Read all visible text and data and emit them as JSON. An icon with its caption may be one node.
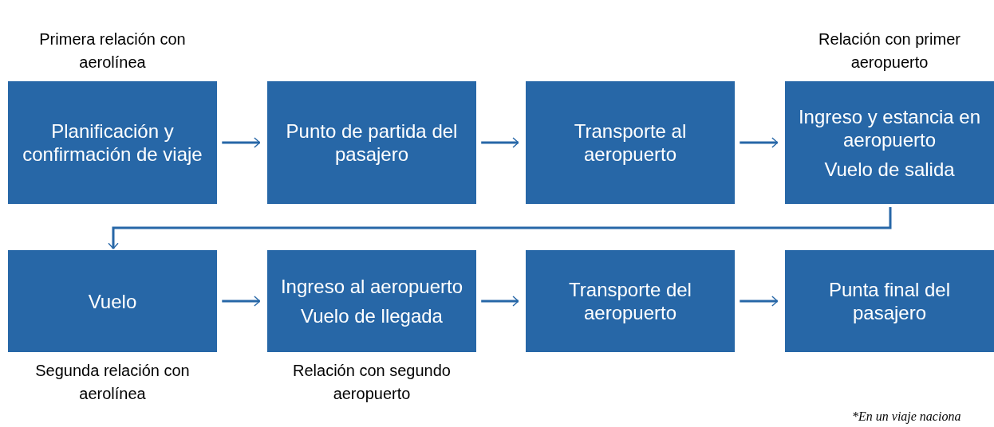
{
  "diagram": {
    "nodes": [
      {
        "text": [
          "Planificación y confirmación de viaje"
        ],
        "beside": [
          "Primera relación con aerolínea"
        ]
      },
      {
        "text": [
          "Punto de partida del pasajero"
        ]
      },
      {
        "text": [
          "Transporte al aeropuerto"
        ]
      },
      {
        "text": [
          "Ingreso y estancia en aeropuerto",
          "Vuelo de salida"
        ],
        "beside": [
          "Relación con primer aeropuerto"
        ]
      },
      {
        "text": [
          "Vuelo"
        ],
        "beside": [
          "Segunda relación con aerolínea"
        ]
      },
      {
        "text": [
          "Ingreso al aeropuerto",
          "Vuelo de llegada"
        ],
        "beside": [
          "Relación con segundo aeropuerto"
        ]
      },
      {
        "text": [
          "Transporte del aeropuerto"
        ]
      },
      {
        "text": [
          "Punta final del pasajero"
        ]
      }
    ],
    "edges": [
      {
        "from": 0,
        "to": 1,
        "arrow": "to"
      },
      {
        "from": 1,
        "to": 2,
        "arrow": "to"
      },
      {
        "from": 2,
        "to": 3,
        "arrow": "to"
      },
      {
        "from": 3,
        "to": 4,
        "arrow": "to"
      },
      {
        "from": 4,
        "to": 5,
        "arrow": "to"
      },
      {
        "from": 5,
        "to": 6,
        "arrow": "to"
      },
      {
        "from": 6,
        "to": 7,
        "arrow": "to"
      }
    ],
    "labels": [
      "*En un viaje naciona"
    ]
  }
}
